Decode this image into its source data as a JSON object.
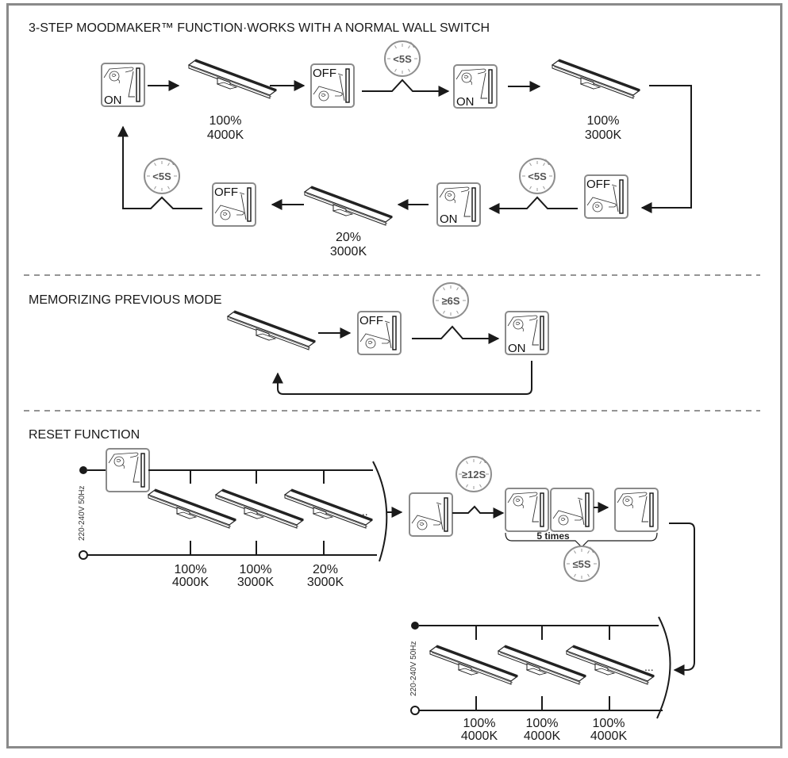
{
  "sections": {
    "moodmaker": {
      "title": "3-STEP MOODMAKER™ FUNCTION·WORKS WITH A NORMAL WALL SWITCH",
      "steps": [
        {
          "type": "switch",
          "state": "ON"
        },
        {
          "type": "lamp",
          "brightness": "100%",
          "color_temp": "4000K"
        },
        {
          "type": "switch",
          "state": "OFF"
        },
        {
          "type": "timer",
          "label": "<5S"
        },
        {
          "type": "switch",
          "state": "ON"
        },
        {
          "type": "lamp",
          "brightness": "100%",
          "color_temp": "3000K"
        },
        {
          "type": "switch",
          "state": "OFF"
        },
        {
          "type": "timer",
          "label": "<5S"
        },
        {
          "type": "switch",
          "state": "ON"
        },
        {
          "type": "lamp",
          "brightness": "20%",
          "color_temp": "3000K"
        },
        {
          "type": "switch",
          "state": "OFF"
        },
        {
          "type": "timer",
          "label": "<5S"
        }
      ]
    },
    "memorizing": {
      "title": "MEMORIZING PREVIOUS MODE",
      "switch_off": "OFF",
      "timer": "≥6S",
      "switch_on": "ON"
    },
    "reset": {
      "title": "RESET FUNCTION",
      "voltage": "220-240V 50Hz",
      "before_lamps": [
        {
          "brightness": "100%",
          "color_temp": "4000K"
        },
        {
          "brightness": "100%",
          "color_temp": "3000K"
        },
        {
          "brightness": "20%",
          "color_temp": "3000K"
        }
      ],
      "ellipsis": "...",
      "hold_timer": "≥12S",
      "repeat_label": "5 times",
      "repeat_timer": "≤5S",
      "after_lamps": [
        {
          "brightness": "100%",
          "color_temp": "4000K"
        },
        {
          "brightness": "100%",
          "color_temp": "4000K"
        },
        {
          "brightness": "100%",
          "color_temp": "4000K"
        }
      ]
    }
  },
  "colors": {
    "frame": "#8a8a8a",
    "switch_border": "#8a8a8a",
    "timer": "#8f8f8f",
    "ink": "#1a1a1a"
  }
}
